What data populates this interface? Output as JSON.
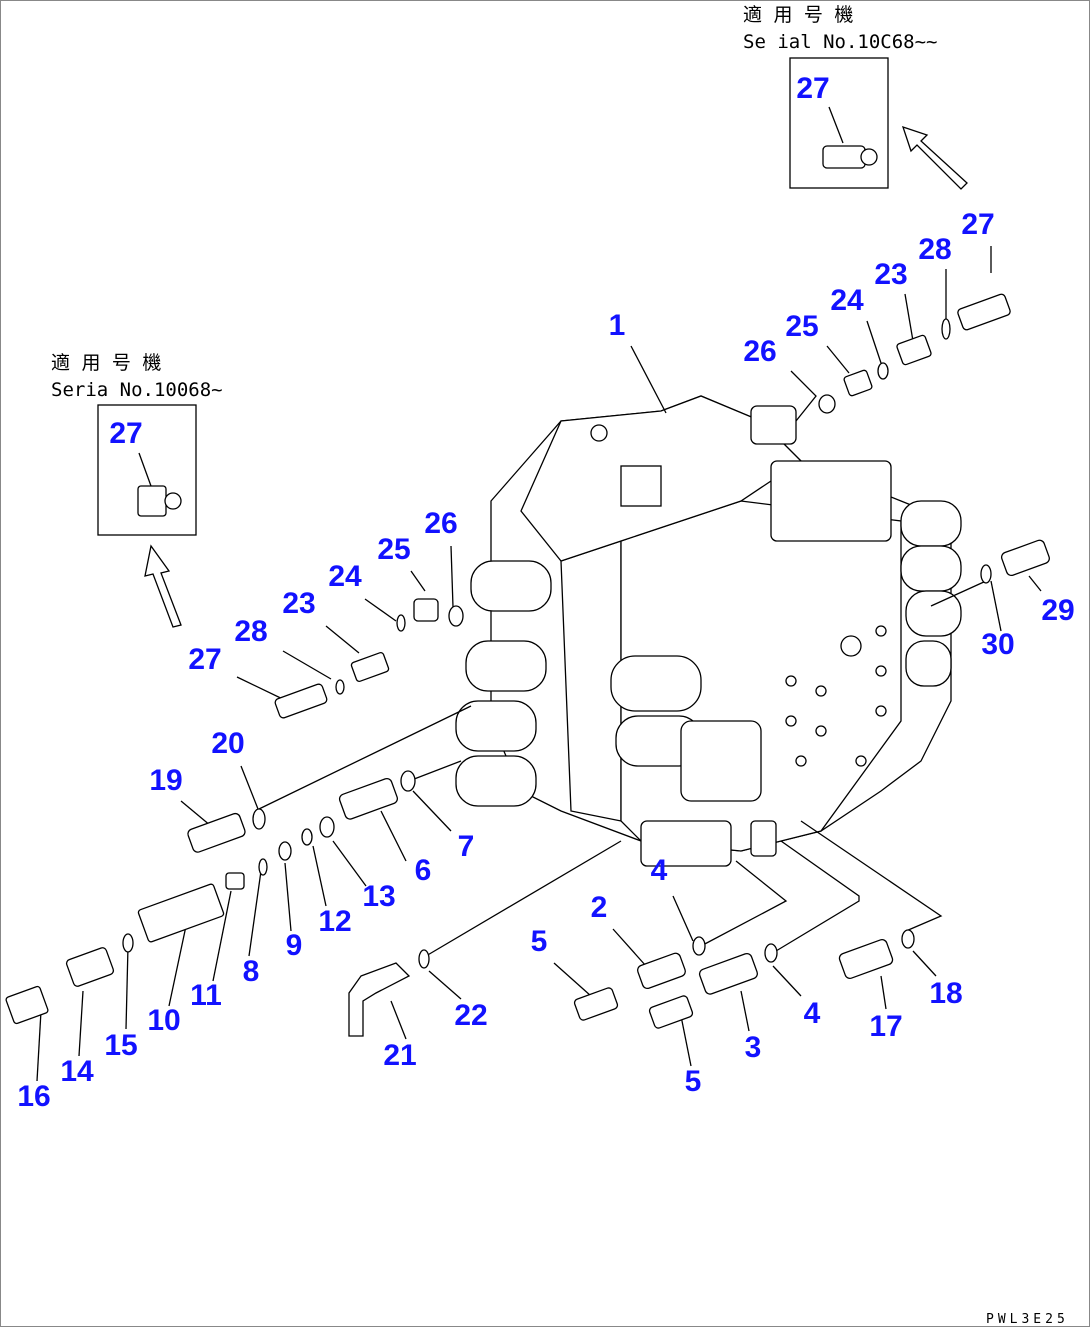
{
  "notes": [
    {
      "title": "適 用 号 機",
      "serial": "Se ial No.10C68~~",
      "box_label": "27"
    },
    {
      "title": "適 用 号 機",
      "serial": "Seria  No.10068~",
      "box_label": "27"
    }
  ],
  "callouts": [
    "1",
    "2",
    "3",
    "4",
    "4",
    "5",
    "5",
    "6",
    "7",
    "8",
    "9",
    "10",
    "11",
    "12",
    "13",
    "14",
    "15",
    "16",
    "17",
    "18",
    "19",
    "20",
    "21",
    "22",
    "23",
    "23",
    "24",
    "24",
    "25",
    "25",
    "26",
    "26",
    "27",
    "27",
    "28",
    "28",
    "29",
    "30"
  ],
  "drawing_code": "PWL3E25",
  "colors": {
    "callout": "#1212ff",
    "line": "#000000"
  }
}
